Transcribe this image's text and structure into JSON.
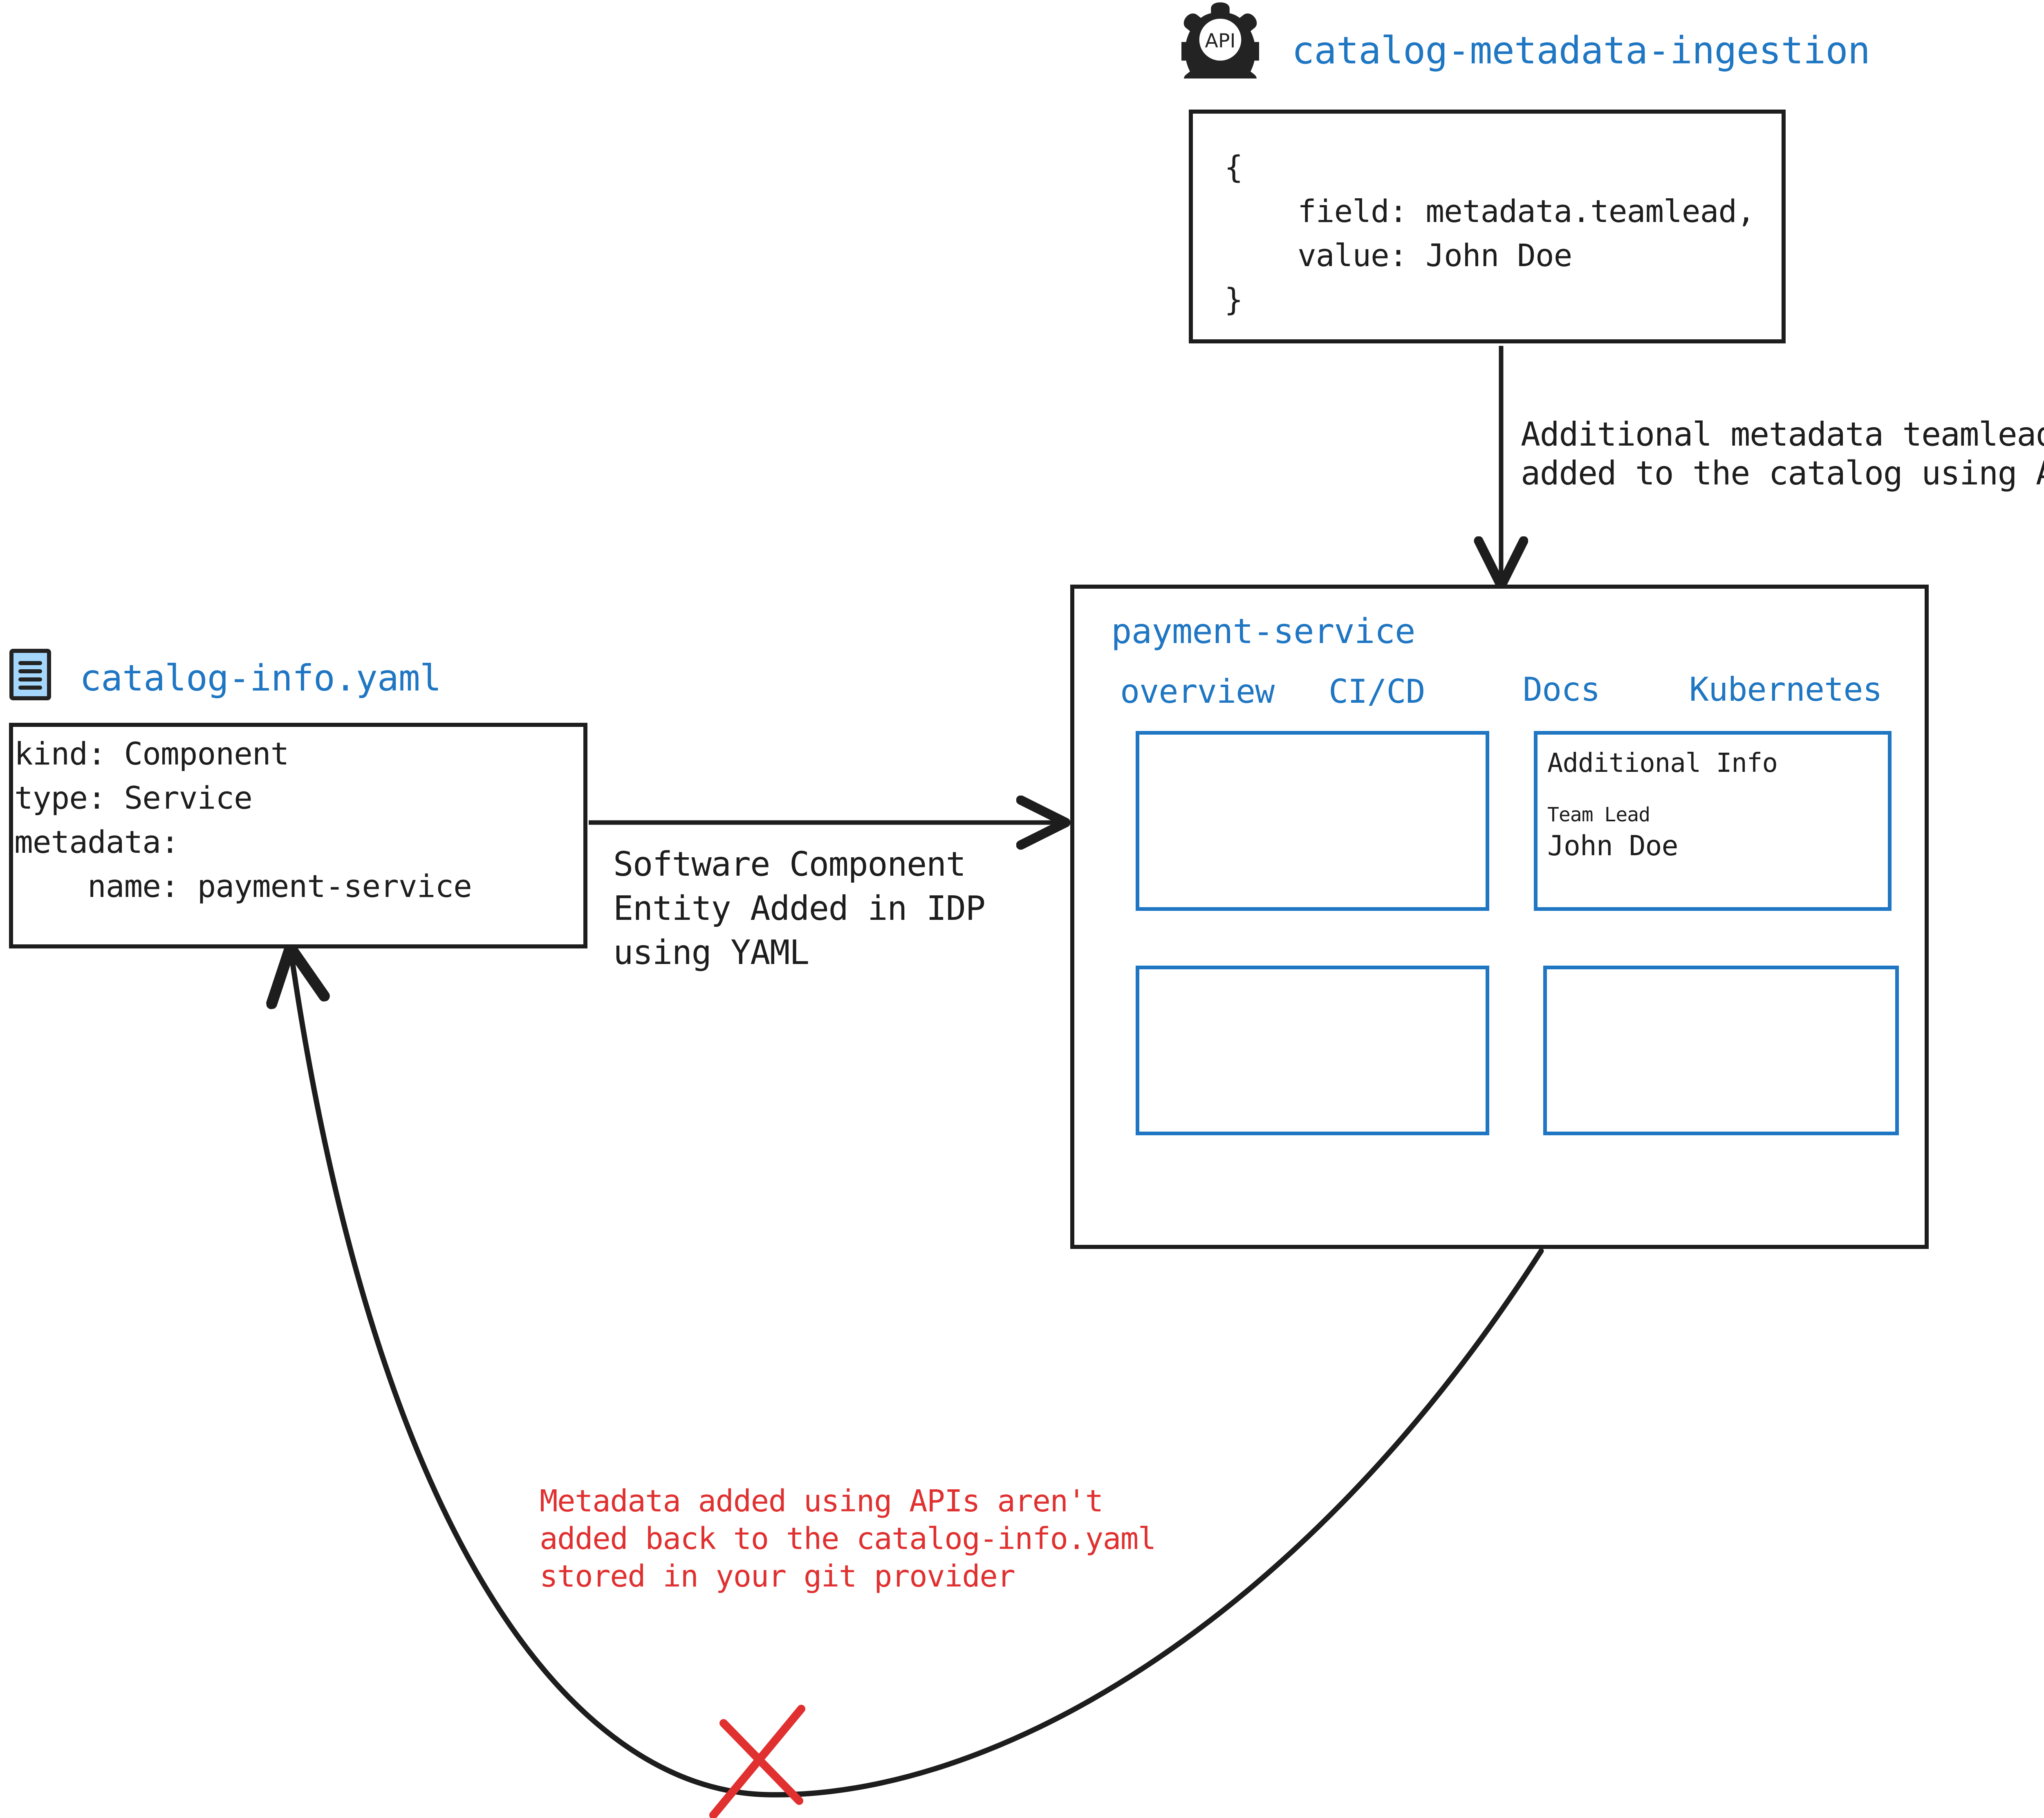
{
  "api_source": {
    "icon": "api-gear-icon",
    "icon_label": "API",
    "title": "catalog-metadata-ingestion",
    "payload": "{\n    field: metadata.teamlead,\n    value: John Doe\n}"
  },
  "yaml_source": {
    "icon": "yaml-document-icon",
    "title": "catalog-info.yaml",
    "content": "kind: Component\ntype: Service\nmetadata:\n    name: payment-service"
  },
  "edges": {
    "api_to_panel_label_line1": "Additional metadata teamlead",
    "api_to_panel_label_line2": "added to the catalog using APIs",
    "yaml_to_panel_label_line1": "Software Component",
    "yaml_to_panel_label_line2": "Entity Added in IDP",
    "yaml_to_panel_label_line3": "using YAML",
    "panel_to_yaml_warning_line1": "Metadata added using APIs aren't",
    "panel_to_yaml_warning_line2": "added back to the catalog-info.yaml",
    "panel_to_yaml_warning_line3": "stored in your git provider",
    "blocked_marker": "red-x-icon"
  },
  "panel": {
    "title": "payment-service",
    "tabs": [
      {
        "label": "overview"
      },
      {
        "label": "CI/CD"
      },
      {
        "label": "Docs"
      },
      {
        "label": "Kubernetes"
      }
    ],
    "cards": [
      {
        "name": "empty-card-top-left",
        "heading": "",
        "label": "",
        "value": ""
      },
      {
        "name": "additional-info-card",
        "heading": "Additional Info",
        "label": "Team Lead",
        "value": "John Doe"
      },
      {
        "name": "empty-card-bottom-left",
        "heading": "",
        "label": "",
        "value": ""
      },
      {
        "name": "empty-card-bottom-right",
        "heading": "",
        "label": "",
        "value": ""
      }
    ]
  },
  "colors": {
    "accent_blue": "#1f76c2",
    "ink": "#1d1d1d",
    "warning_red": "#e03030",
    "doc_icon_fill": "#a5d6fb"
  }
}
